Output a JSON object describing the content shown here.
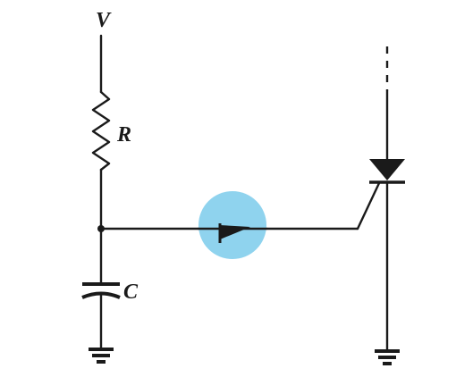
{
  "labels": {
    "supply": "V",
    "resistor": "R",
    "capacitor": "C"
  },
  "colors": {
    "line": "#1a1a1a",
    "highlight": "#8fd3ee",
    "background": "#ffffff"
  },
  "components": [
    {
      "kind": "supply-terminal",
      "icon": "supply-icon"
    },
    {
      "kind": "resistor",
      "icon": "resistor-icon"
    },
    {
      "kind": "capacitor",
      "icon": "capacitor-icon"
    },
    {
      "kind": "ground",
      "icon": "ground-icon"
    },
    {
      "kind": "trigger-device",
      "icon": "diac-icon"
    },
    {
      "kind": "scr",
      "icon": "scr-icon"
    },
    {
      "kind": "ground",
      "icon": "ground-icon"
    }
  ]
}
